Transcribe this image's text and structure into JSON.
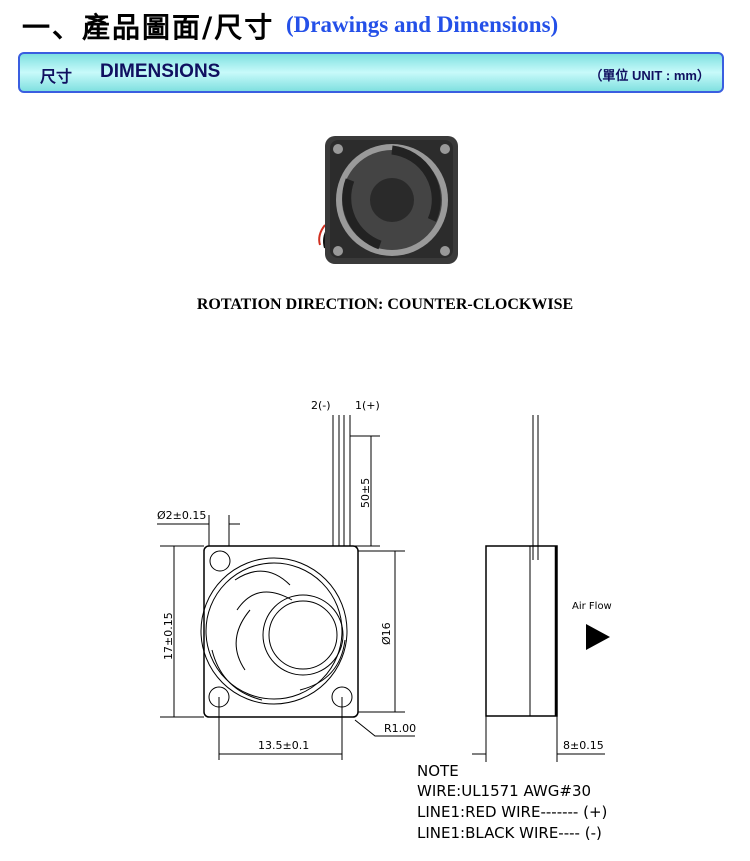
{
  "header": {
    "title_cn": "一、產品圖面/尺寸",
    "title_en": "(Drawings and Dimensions)"
  },
  "banner": {
    "label_cn": "尺寸",
    "label_en": "DIMENSIONS",
    "unit": "（單位 UNIT : mm）"
  },
  "photo": {
    "caption": "ROTATION DIRECTION: COUNTER-CLOCKWISE"
  },
  "drawing": {
    "wire_labels": [
      "2(-)",
      "1(+)"
    ],
    "wire_length": "50±5",
    "hole_diameter": "Ø2±0.15",
    "height": "17±0.15",
    "fan_diameter": "Ø16",
    "radius": "R1.00",
    "hole_spacing": "13.5±0.1",
    "thickness": "8±0.15",
    "airflow": "Air Flow"
  },
  "note": {
    "title": "NOTE",
    "lines": [
      "WIRE:UL1571 AWG#30",
      "LINE1:RED WIRE------- (+)",
      "LINE1:BLACK WIRE---- (-)"
    ]
  }
}
